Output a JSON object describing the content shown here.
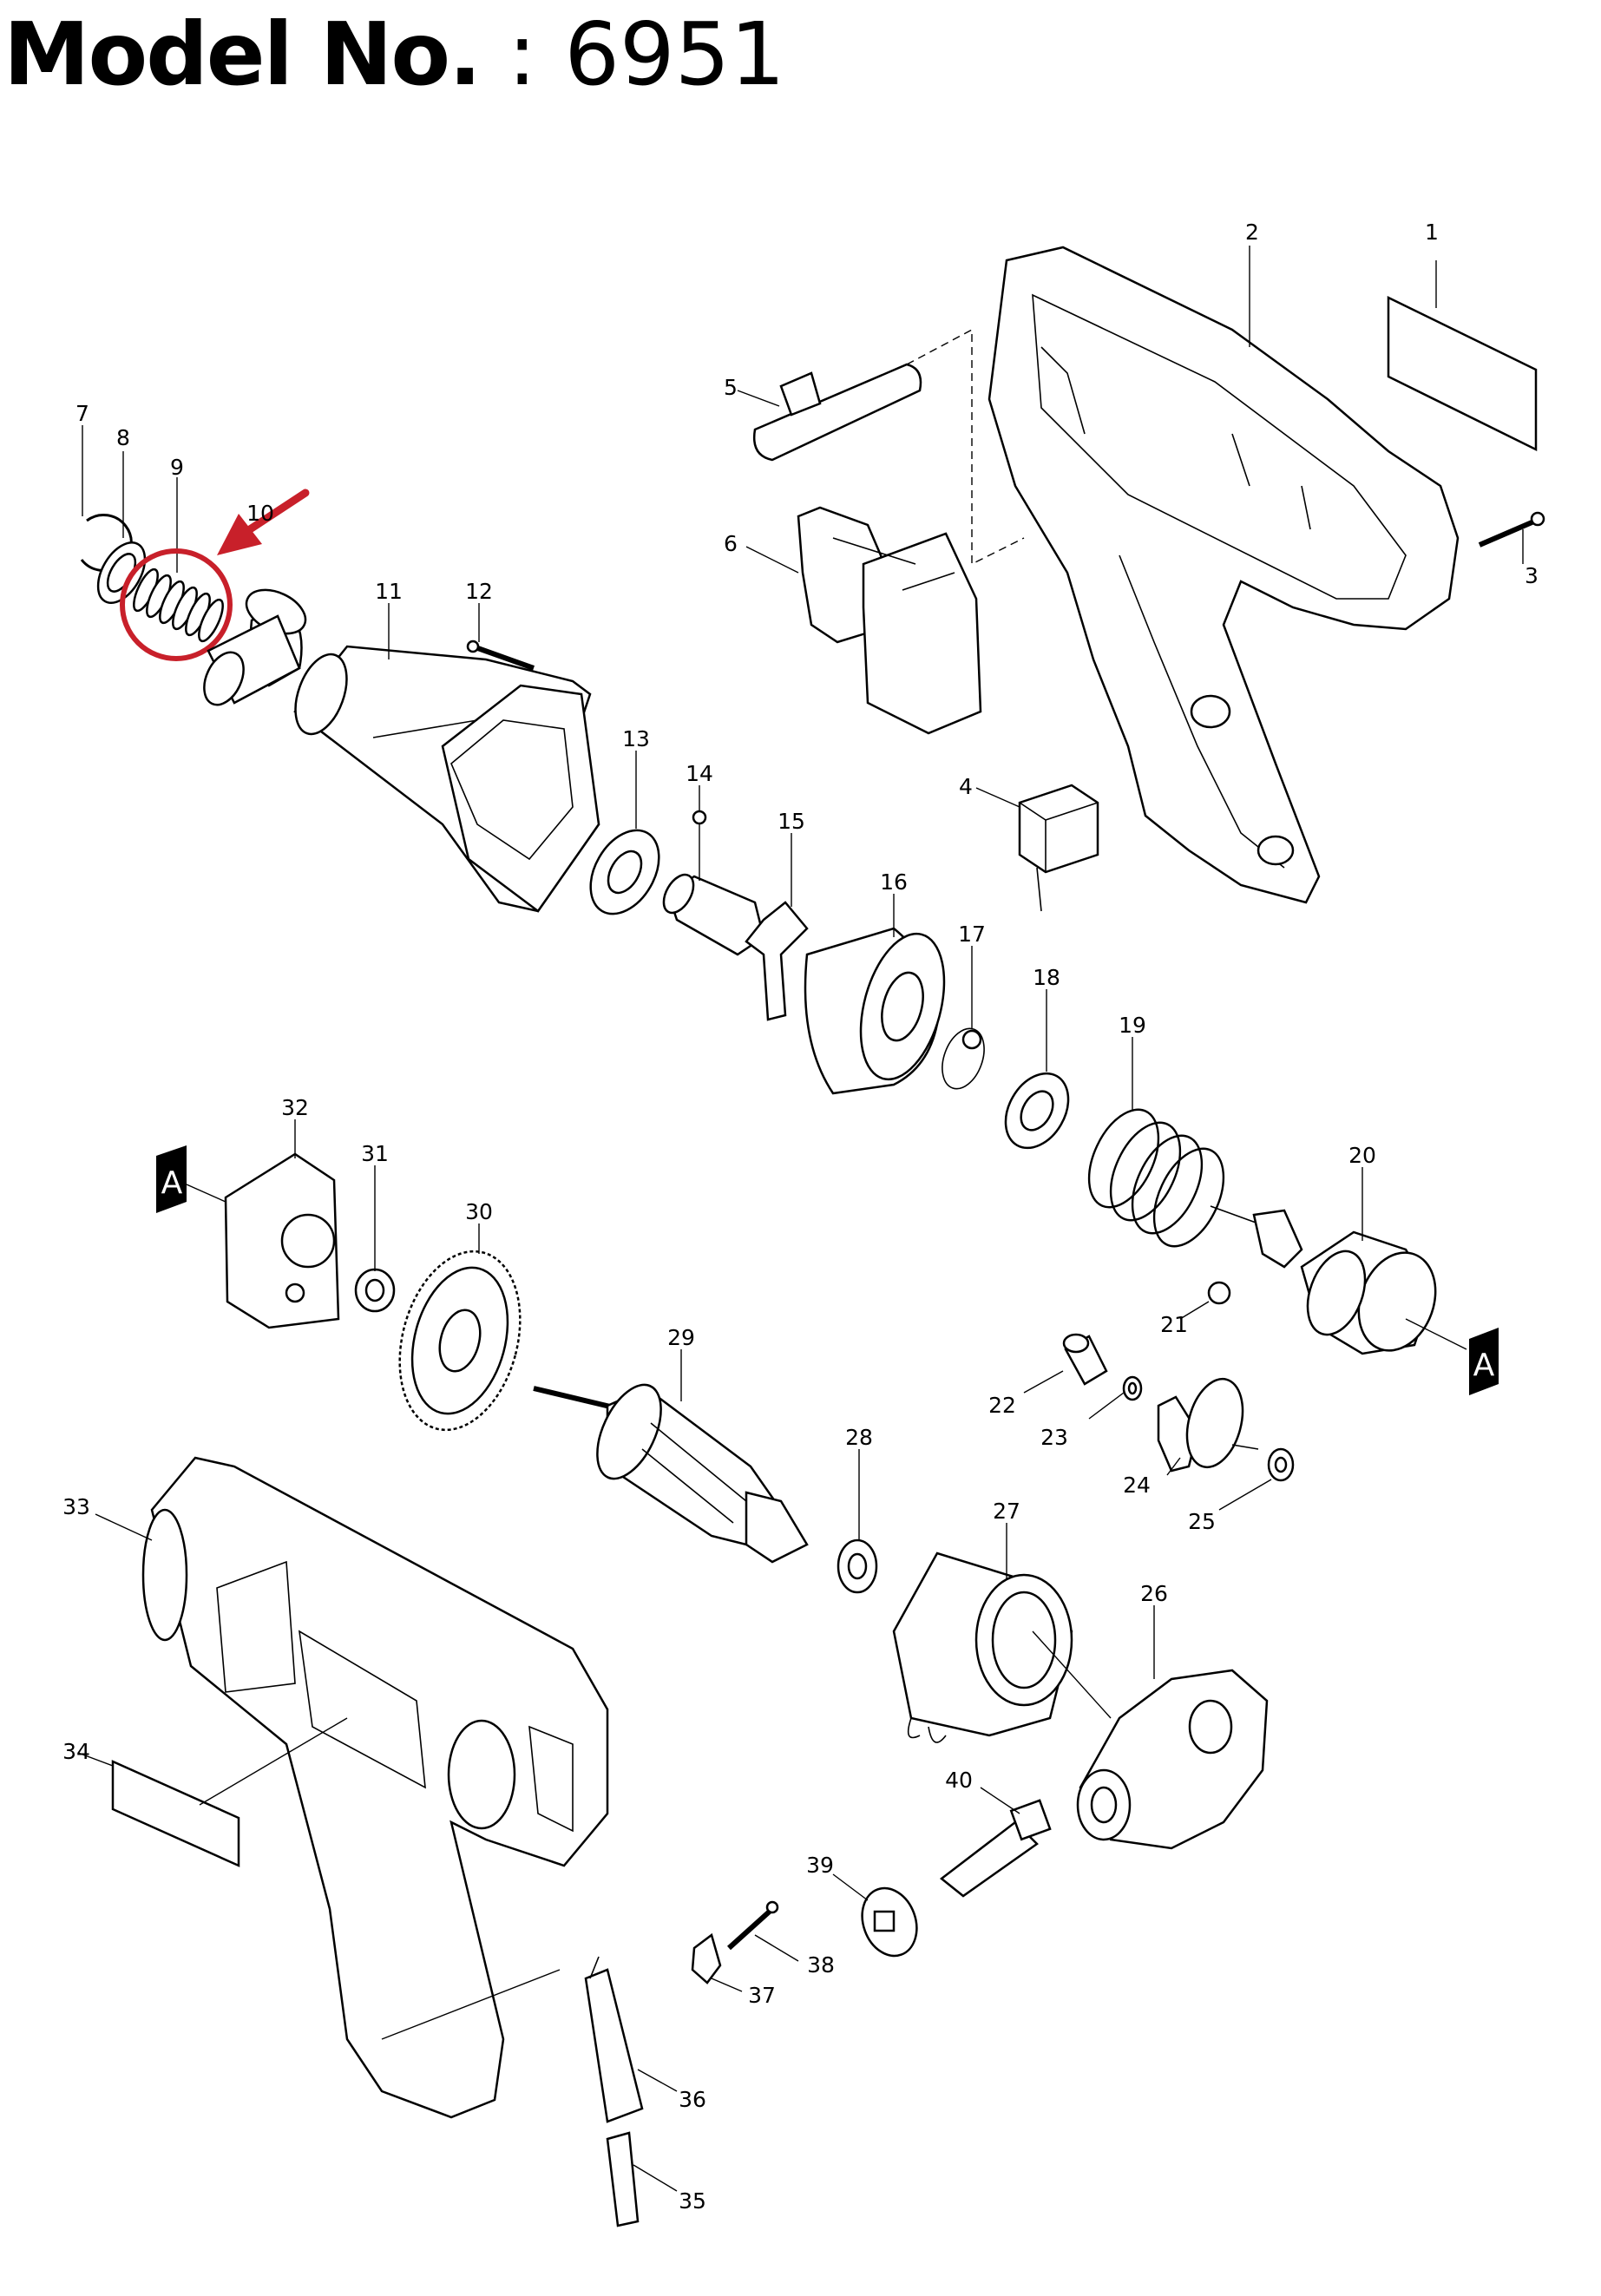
{
  "title": {
    "label": "Model No.",
    "separator": ":",
    "model": "6951"
  },
  "callout_marker": "A",
  "highlight": {
    "part": "9",
    "color": "#c8202a"
  },
  "parts": [
    "1",
    "2",
    "3",
    "4",
    "5",
    "6",
    "7",
    "8",
    "9",
    "10",
    "11",
    "12",
    "13",
    "14",
    "15",
    "16",
    "17",
    "18",
    "19",
    "20",
    "21",
    "22",
    "23",
    "24",
    "25",
    "26",
    "27",
    "28",
    "29",
    "30",
    "31",
    "32",
    "33",
    "34",
    "35",
    "36",
    "37",
    "38",
    "39",
    "40"
  ]
}
